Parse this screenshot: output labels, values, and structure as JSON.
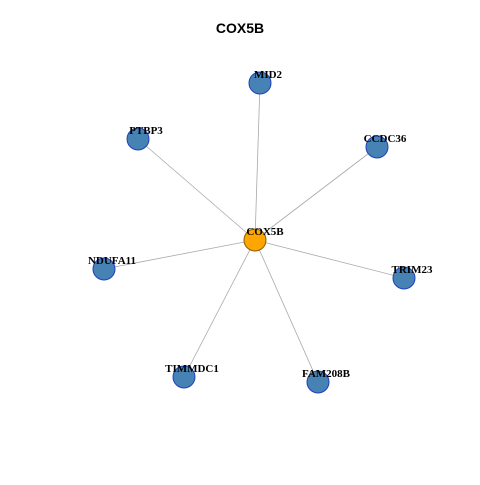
{
  "title": "COX5B",
  "colors": {
    "center_fill": "#FFA500",
    "center_stroke": "#8B5A00",
    "leaf_fill": "#4682B4",
    "leaf_stroke": "#1F3FBF",
    "edge": "#A9A9A9"
  },
  "network": {
    "center": {
      "label": "COX5B"
    },
    "nodes": [
      {
        "label": "MID2"
      },
      {
        "label": "CCDC36"
      },
      {
        "label": "TRIM23"
      },
      {
        "label": "FAM208B"
      },
      {
        "label": "TIMMDC1"
      },
      {
        "label": "NDUFA11"
      },
      {
        "label": "PTBP3"
      }
    ]
  }
}
